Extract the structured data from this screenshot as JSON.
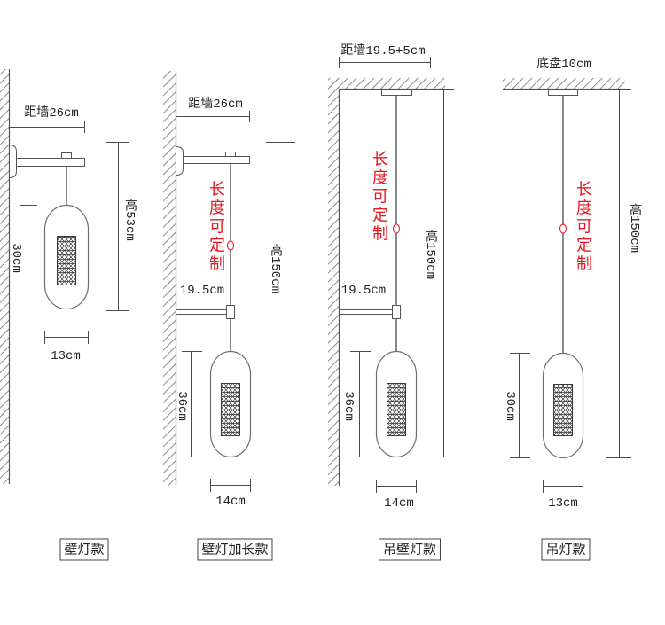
{
  "colors": {
    "line": "#555555",
    "hatch": "#8a8a8a",
    "mesh": "#3a3a3a",
    "text": "#222222",
    "customizable_note": "#e8171f"
  },
  "panels": [
    {
      "caption": "壁灯款",
      "wall_offset": "距墙26cm",
      "shade_height": "30cm",
      "total_height": "高53cm",
      "shade_width": "13cm"
    },
    {
      "caption": "壁灯加长款",
      "wall_offset": "距墙26cm",
      "custom_length_note": "长度可定制",
      "arm_length": "19.5cm",
      "total_height": "高150cm",
      "shade_height": "36cm",
      "shade_width": "14cm"
    },
    {
      "caption": "吊壁灯款",
      "wall_offset": "距墙19.5+5cm",
      "custom_length_note": "长度可定制",
      "arm_length": "19.5cm",
      "total_height": "高150cm",
      "shade_height": "36cm",
      "shade_width": "14cm"
    },
    {
      "caption": "吊灯款",
      "base_plate": "底盘10cm",
      "custom_length_note": "长度可定制",
      "total_height": "高150cm",
      "shade_height": "30cm",
      "shade_width": "13cm"
    }
  ]
}
